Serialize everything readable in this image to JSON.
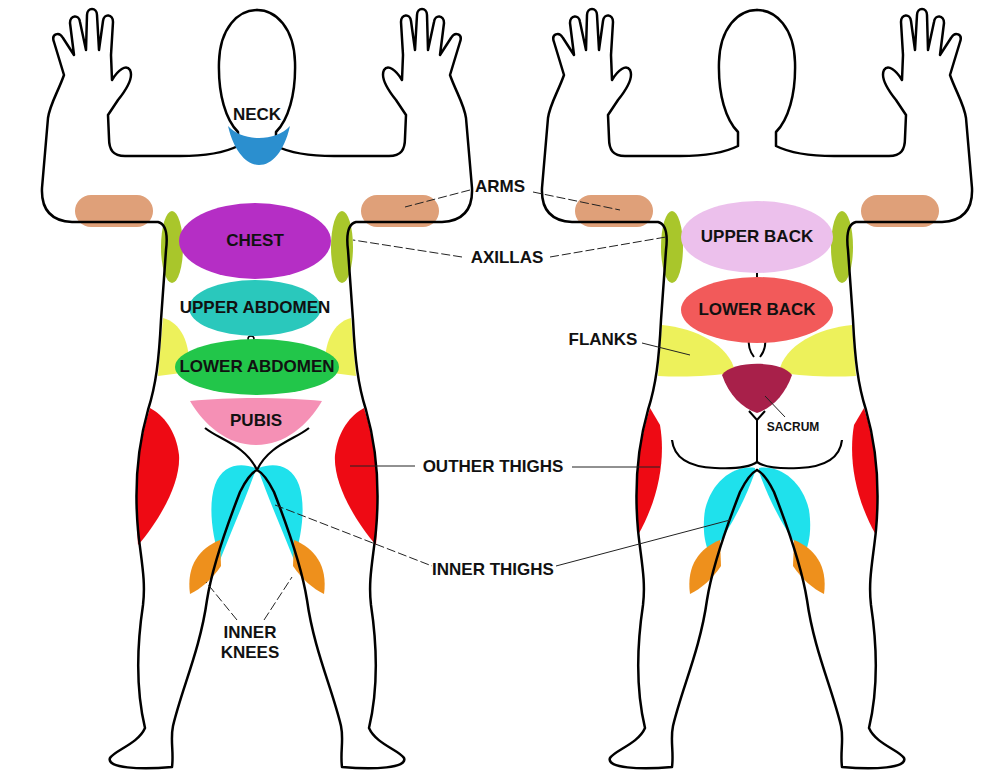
{
  "diagram": {
    "nodes": [
      {
        "text": [
          "NECK"
        ]
      },
      {
        "text": [
          "CHEST"
        ]
      },
      {
        "text": [
          "UPPER BACK"
        ]
      },
      {
        "text": [
          "UPPER ABDOMEN"
        ]
      },
      {
        "text": [
          "LOWER BACK"
        ]
      },
      {
        "text": [
          "LOWER ABDOMEN"
        ]
      },
      {
        "text": [
          "PUBIS"
        ]
      }
    ],
    "labels": [
      "ARMS",
      "AXILLAS",
      "FLANKS",
      "SACRUM",
      "OUTHER THIGHS",
      "INNER THIGHS",
      "INNER KNEES"
    ]
  }
}
